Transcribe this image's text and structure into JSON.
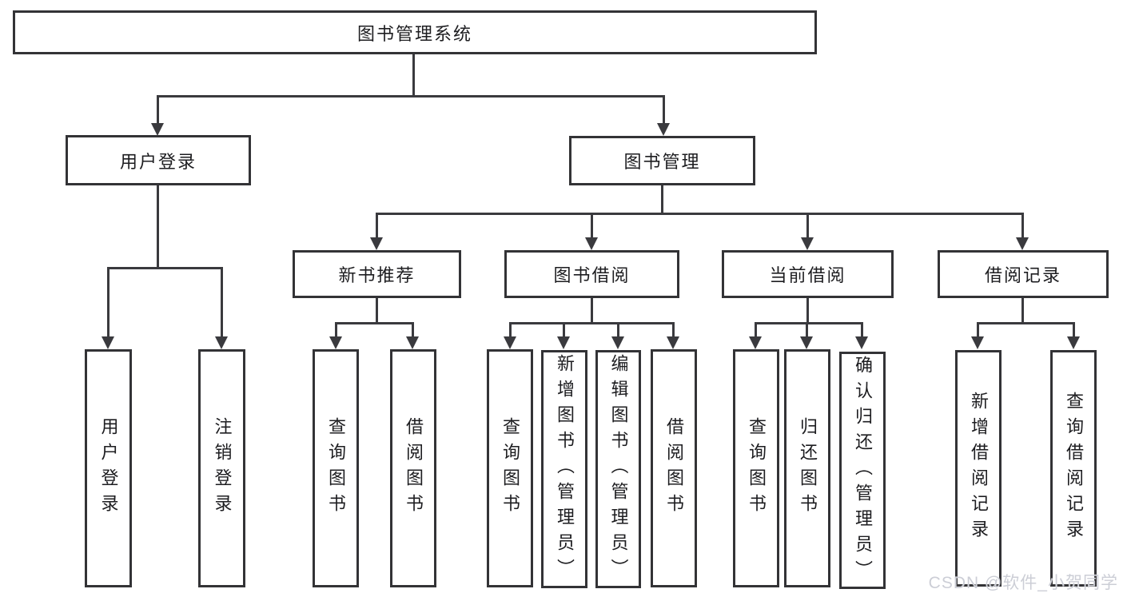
{
  "diagram": {
    "root": {
      "label": "图书管理系统"
    },
    "branches": [
      {
        "label": "用户登录",
        "children": [
          {
            "label": "用户登录"
          },
          {
            "label": "注销登录"
          }
        ]
      },
      {
        "label": "图书管理",
        "children": [
          {
            "label": "新书推荐",
            "children": [
              {
                "label": "查询图书"
              },
              {
                "label": "借阅图书"
              }
            ]
          },
          {
            "label": "图书借阅",
            "children": [
              {
                "label": "查询图书"
              },
              {
                "label": "新增图书（管理员）"
              },
              {
                "label": "编辑图书（管理员）"
              },
              {
                "label": "借阅图书"
              }
            ]
          },
          {
            "label": "当前借阅",
            "children": [
              {
                "label": "查询图书"
              },
              {
                "label": "归还图书"
              },
              {
                "label": "确认归还（管理员）"
              }
            ]
          },
          {
            "label": "借阅记录",
            "children": [
              {
                "label": "新增借阅记录"
              },
              {
                "label": "查询借阅记录"
              }
            ]
          }
        ]
      }
    ]
  },
  "watermark": {
    "text": "CSDN @软件_小贺同学"
  },
  "colors": {
    "line": "#3a3a3e",
    "border": "#333336",
    "text": "#1d1d20",
    "background": "#ffffff",
    "watermark": "#ccced6"
  }
}
